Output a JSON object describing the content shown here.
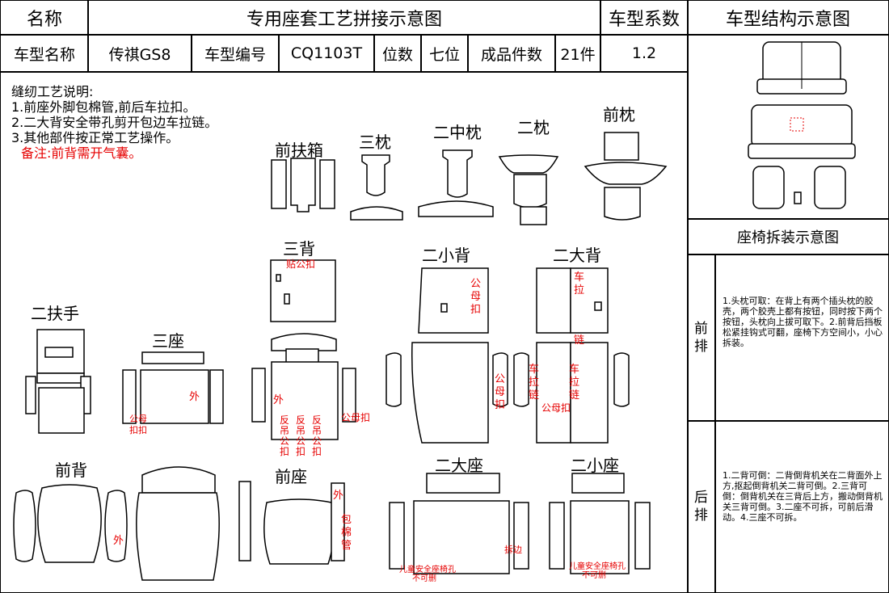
{
  "header": {
    "name_label": "名称",
    "title": "专用座套工艺拼接示意图",
    "coef_label": "车型系数",
    "struct_label": "车型结构示意图",
    "model_label": "车型名称",
    "model_value": "传祺GS8",
    "code_label": "车型编号",
    "code_value": "CQ1103T",
    "seat_label": "位数",
    "seat_value": "七位",
    "count_label": "成品件数",
    "count_value": "21件",
    "coef_value": "1.2"
  },
  "notes": {
    "heading": "缝纫工艺说明:",
    "lines": [
      "1.前座外脚包棉管,前后车拉扣。",
      "2.二大背安全带孔剪开包边车拉链。",
      "3.其他部件按正常工艺操作。"
    ],
    "remark": "备注:前背需开气囊。"
  },
  "parts": {
    "front_armbox": "前扶箱",
    "third_pillow": "三枕",
    "second_mid_pillow": "二中枕",
    "second_pillow": "二枕",
    "front_pillow": "前枕",
    "third_back": "三背",
    "second_small_back": "二小背",
    "second_big_back": "二大背",
    "second_armrest": "二扶手",
    "third_seat": "三座",
    "front_back": "前背",
    "front_seat": "前座",
    "second_big_seat": "二大座",
    "second_small_seat": "二小座"
  },
  "red_labels": {
    "tie_buckle": "贴公扣",
    "male_female_buckle_v": "公母扣",
    "car_pull_v": "车拉",
    "chain": "链",
    "outer": "外",
    "male_female_buckle": "公母扣",
    "mf_small_a": "公母",
    "mf_small_b": "扣扣",
    "reverse_a": "反吊公扣",
    "reverse_b": "反吊公扣",
    "reverse_c": "反吊公扣",
    "zipper_a": "车拉链",
    "zipper_b": "车拉链",
    "mf_under": "公母扣",
    "cotton_tube": "包棉管",
    "child_seat_a": "儿童安全座椅孔",
    "child_seat_a2": "不可删",
    "child_seat_b": "儿童安全座椅孔",
    "child_seat_b2": "不可删",
    "edge": "拆边"
  },
  "right_panel": {
    "disassembly_title": "座椅拆装示意图",
    "front_row": "前排",
    "front_text": "1.头枕可取：在背上有两个插头枕的胶壳，两个胶壳上都有按钮，同时按下两个按钮，头枕向上拔可取下。2.前背后挡板松紧挂钩式可翻，座椅下方空间小，小心拆装。",
    "rear_row": "后排",
    "rear_text": "1.二背可倒：二背倒背机关在二背面外上方,抠起倒背机关二背可倒。2.三背可倒：倒背机关在三背后上方，搬动倒背机关三背可倒。3.二座不可拆，可前后滑动。4.三座不可拆。"
  },
  "colors": {
    "accent": "#e60000",
    "line": "#000000"
  }
}
